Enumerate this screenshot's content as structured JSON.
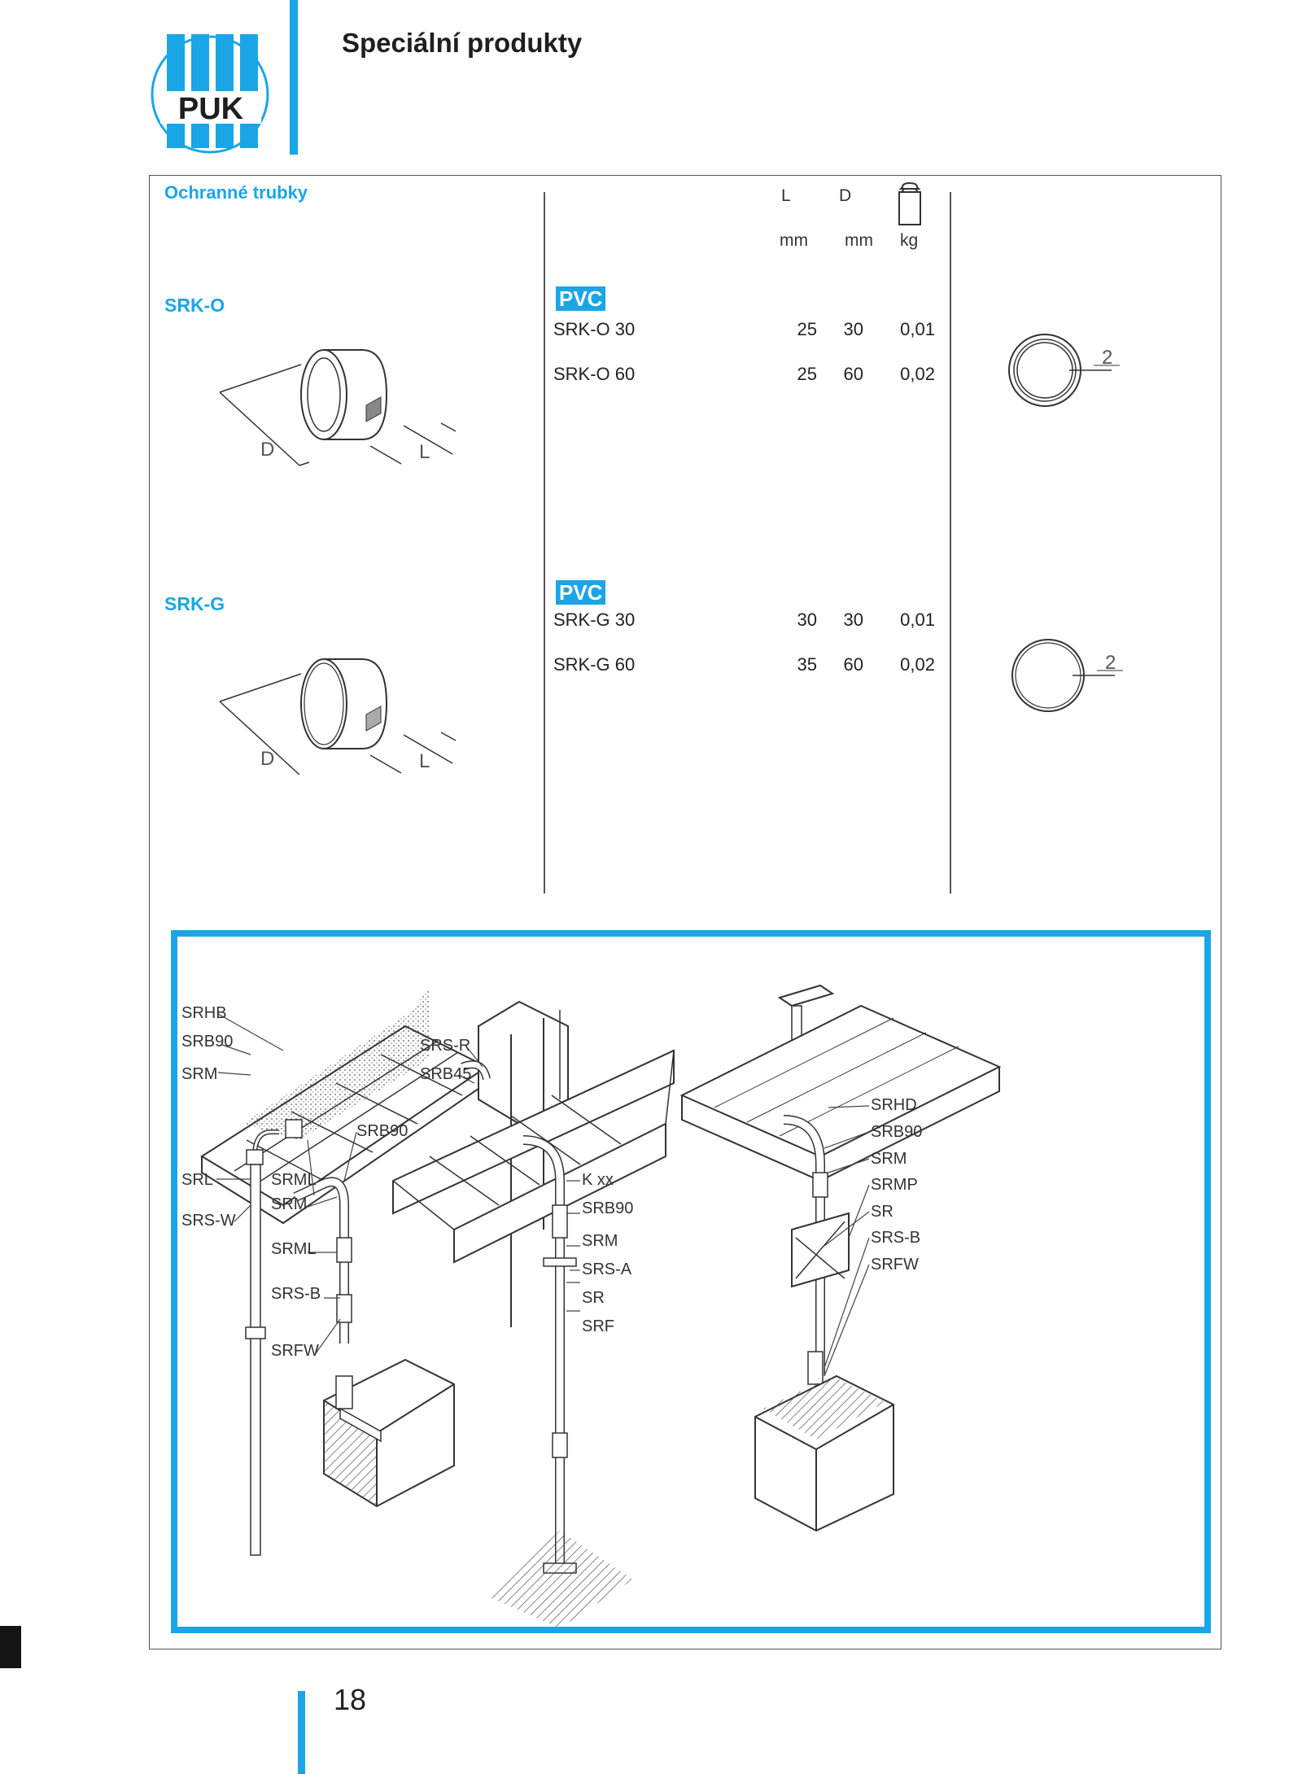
{
  "header": {
    "logo_text": "PUK",
    "title": "Speciální produkty"
  },
  "colors": {
    "accent": "#1aa6e6",
    "text": "#222222"
  },
  "section": {
    "title": "Ochranné trubky",
    "columns": [
      {
        "symbol": "L",
        "unit": "mm"
      },
      {
        "symbol": "D",
        "unit": "mm"
      },
      {
        "symbol": "weight-icon",
        "unit": "kg"
      }
    ]
  },
  "products": [
    {
      "label": "SRK-O",
      "material": "PVC",
      "dim_D": "D",
      "dim_L": "L",
      "wall_thickness": "2",
      "rows": [
        {
          "code": "SRK-O 30",
          "L": "25",
          "D": "30",
          "kg": "0,01"
        },
        {
          "code": "SRK-O 60",
          "L": "25",
          "D": "60",
          "kg": "0,02"
        }
      ]
    },
    {
      "label": "SRK-G",
      "material": "PVC",
      "dim_D": "D",
      "dim_L": "L",
      "wall_thickness": "2",
      "rows": [
        {
          "code": "SRK-G 30",
          "L": "30",
          "D": "30",
          "kg": "0,01"
        },
        {
          "code": "SRK-G 60",
          "L": "35",
          "D": "60",
          "kg": "0,02"
        }
      ]
    }
  ],
  "diagram": {
    "left_callouts": [
      "SRHB",
      "SRB90",
      "SRM",
      "SRL",
      "SRS-W",
      "SRB90",
      "SRML",
      "SRM",
      "SRML",
      "SRS-B",
      "SRFW"
    ],
    "middle_callouts": [
      "SRS-R",
      "SRB45",
      "K  xx",
      "SRB90",
      "SRM",
      "SRS-A",
      "SR",
      "SRF"
    ],
    "right_callouts": [
      "SRHD",
      "SRB90",
      "SRM",
      "SRMP",
      "SR",
      "SRS-B",
      "SRFW"
    ]
  },
  "footer": {
    "page_number": "18"
  }
}
